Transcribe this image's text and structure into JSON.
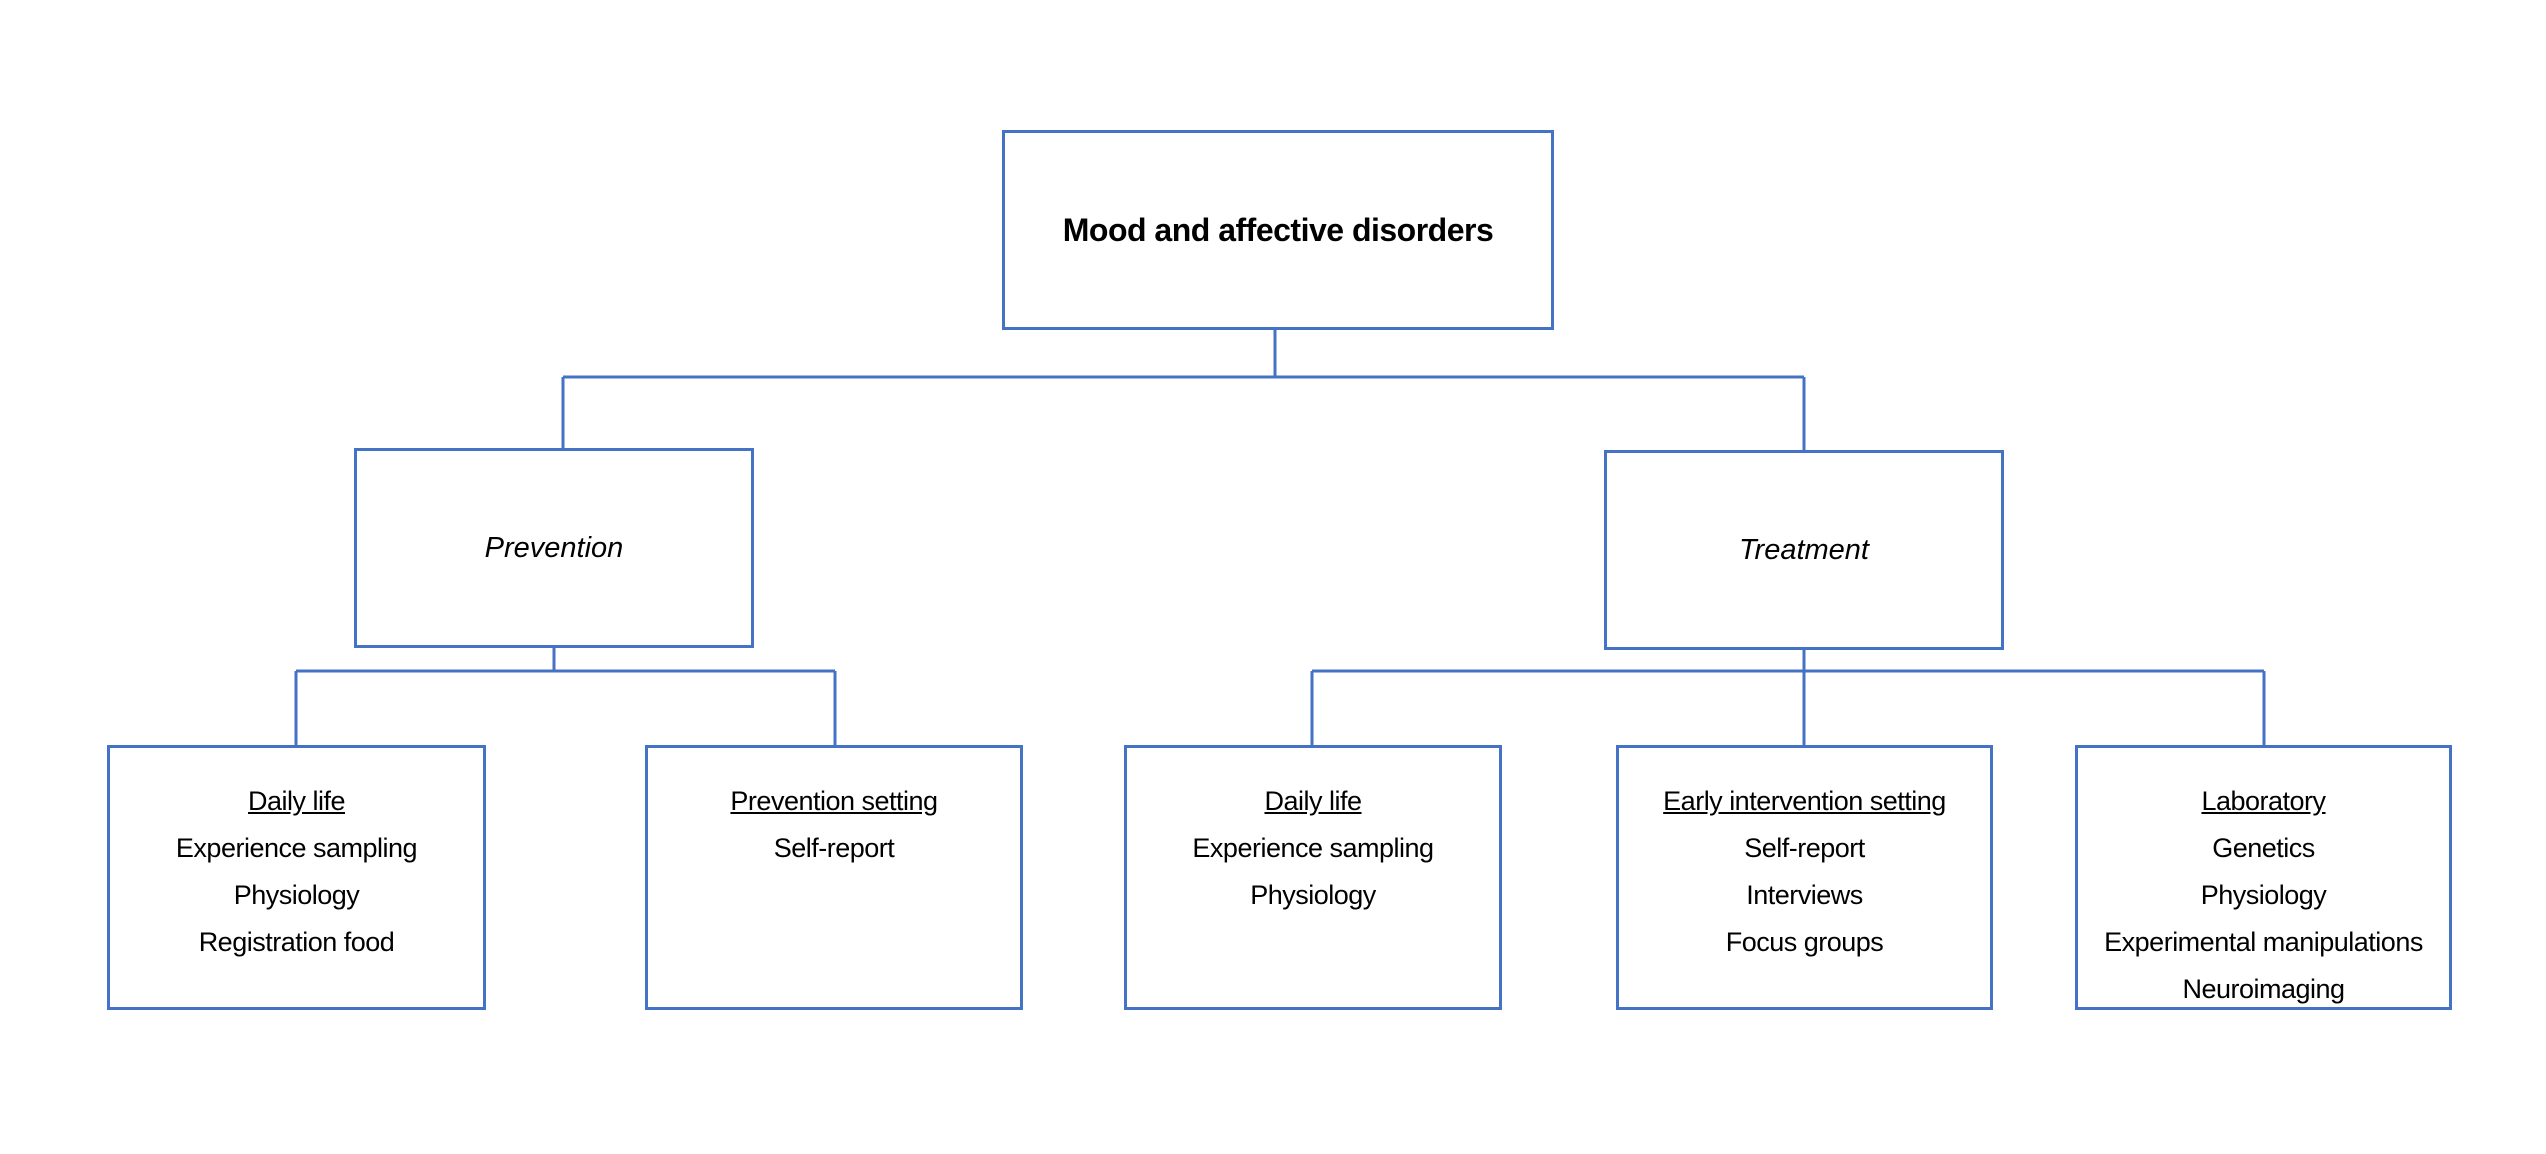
{
  "root": {
    "label": "Mood and affective disorders"
  },
  "branches": [
    {
      "label": "Prevention",
      "children": [
        {
          "heading": "Daily life",
          "items": [
            "Experience sampling",
            "Physiology",
            "Registration food"
          ]
        },
        {
          "heading": "Prevention setting",
          "items": [
            "Self-report"
          ]
        }
      ]
    },
    {
      "label": "Treatment",
      "children": [
        {
          "heading": "Daily life",
          "items": [
            "Experience sampling",
            "Physiology"
          ]
        },
        {
          "heading": "Early intervention setting",
          "items": [
            "Self-report",
            "Interviews",
            "Focus groups"
          ]
        },
        {
          "heading": "Laboratory",
          "items": [
            "Genetics",
            "Physiology",
            "Experimental manipulations",
            "Neuroimaging"
          ]
        }
      ]
    }
  ],
  "colors": {
    "line": "#4472C4"
  }
}
